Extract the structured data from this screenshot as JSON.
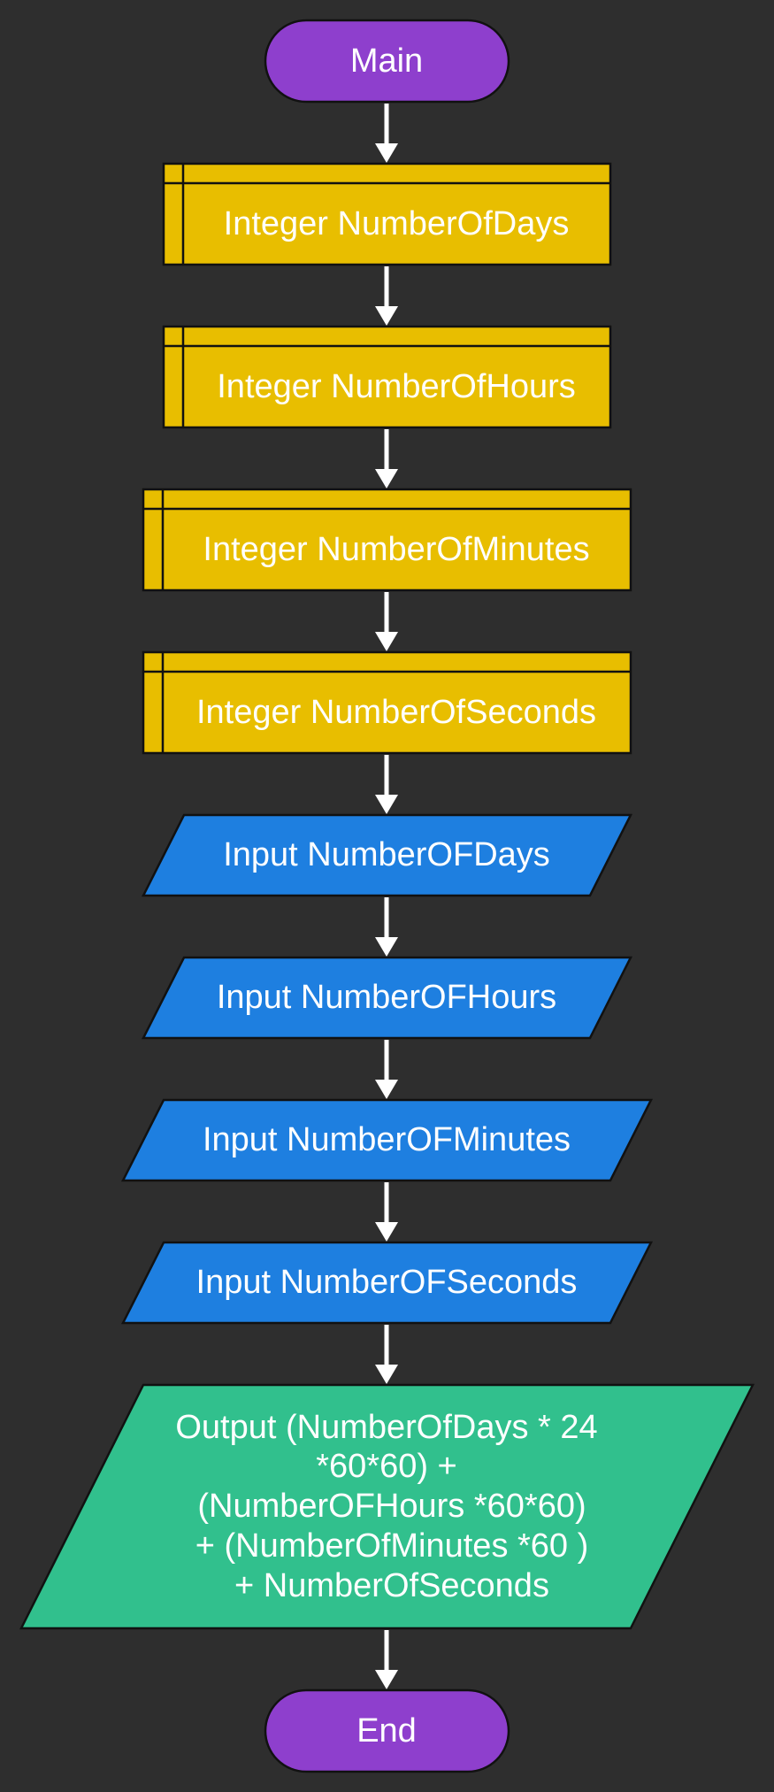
{
  "flowchart": {
    "start": "Main",
    "declarations": [
      "Integer NumberOfDays",
      "Integer NumberOfHours",
      "Integer NumberOfMinutes",
      "Integer NumberOfSeconds"
    ],
    "inputs": [
      "Input NumberOFDays",
      "Input NumberOFHours",
      "Input NumberOFMinutes",
      "Input NumberOFSeconds"
    ],
    "output": [
      "Output (NumberOfDays * 24",
      "*60*60) +",
      "(NumberOFHours *60*60)",
      "+ (NumberOfMinutes *60 )",
      "+ NumberOfSeconds"
    ],
    "end": "End"
  },
  "colors": {
    "background": "#2e2e2e",
    "terminal": "#8e3fcd",
    "declaration": "#e8be00",
    "input": "#1e7fe0",
    "output": "#31c08d",
    "arrow": "#ffffff",
    "text": "#ffffff"
  }
}
